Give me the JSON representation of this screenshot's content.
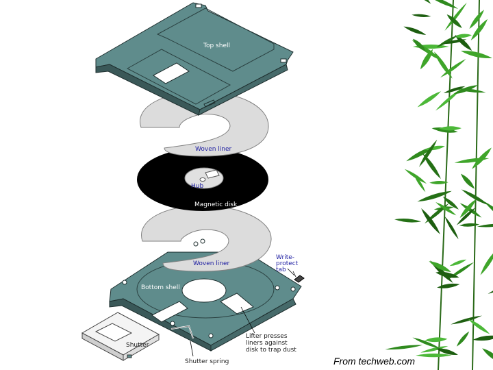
{
  "colors": {
    "shell": "#5f8c8c",
    "shell_dark": "#3a5858",
    "liner": "#dcdcdc",
    "disk": "#000000",
    "label_blue": "#1a1aa0",
    "label_dark": "#1a1a1a",
    "label_white": "#ffffff",
    "leaf": "#2f8a1e"
  },
  "labels": {
    "top_shell": "Top shell",
    "woven_liner_1": "Woven liner",
    "hub": "Hub",
    "magnetic_disk": "Magnetic disk",
    "woven_liner_2": "Woven liner",
    "write_protect_1": "Write-",
    "write_protect_2": "protect",
    "write_protect_3": "tab",
    "bottom_shell": "Bottom shell",
    "shutter": "Shutter",
    "shutter_spring": "Shutter spring",
    "lifter_1": "Lifter presses",
    "lifter_2": "liners against",
    "lifter_3": "disk to trap dust"
  },
  "credit": "From techweb.com",
  "decoration": {
    "leaves": "bamboo-leaves-border"
  }
}
